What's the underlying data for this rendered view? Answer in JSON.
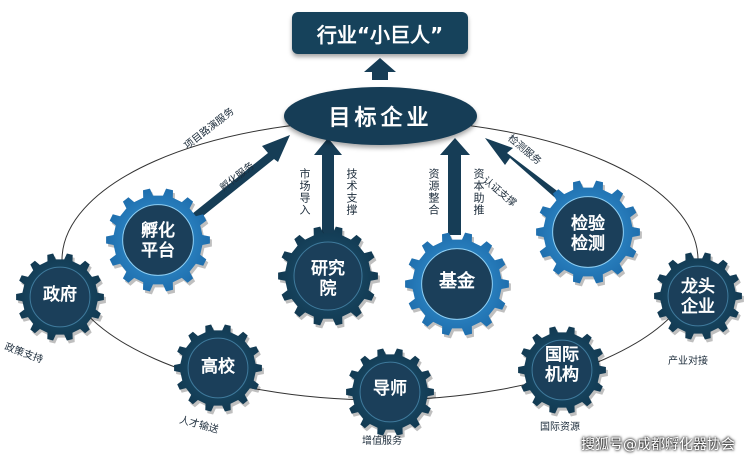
{
  "title": "行业“小巨人”",
  "target": "目标企业",
  "gears": {
    "incubator": "孵化\n平台",
    "research": "研究\n院",
    "fund": "基金",
    "testing": "检验\n检测",
    "government": "政府",
    "leader": "龙头\n企业",
    "university": "高校",
    "mentor": "导师",
    "intl": "国际\n机构"
  },
  "arrow_labels": {
    "incubator_a": "项目路演服务",
    "incubator_b": "孵化服务",
    "research_a": "市场导入",
    "research_b": "技术支撑",
    "fund_a": "资源整合",
    "fund_b": "资本助推",
    "testing_a": "检测服务",
    "testing_b": "认证支撑"
  },
  "support_labels": {
    "government": "政策支持",
    "university": "人才输送",
    "mentor": "增值服务",
    "intl": "国际资源",
    "leader": "产业对接"
  },
  "watermark": "搜狐号@成都孵化器协会",
  "colors": {
    "dark": "#16425b",
    "light": "#2b7fc0",
    "ring": "#1b3f5a"
  }
}
